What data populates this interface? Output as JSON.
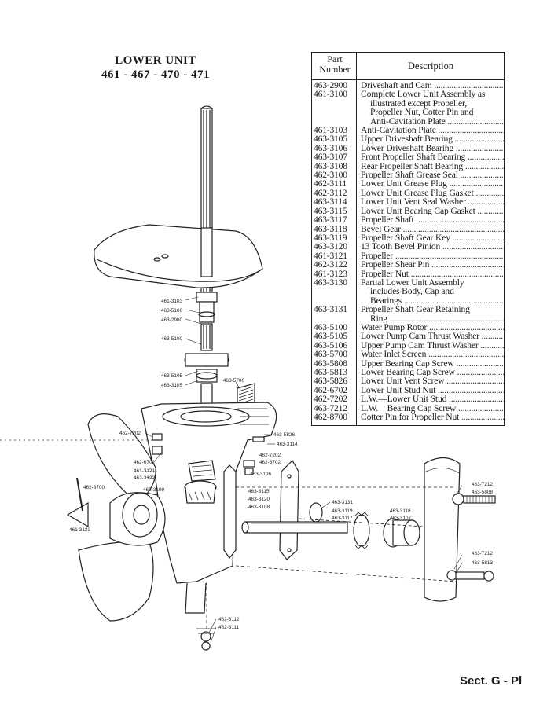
{
  "title": {
    "line1": "LOWER UNIT",
    "line2": "461 - 467 - 470 - 471"
  },
  "table": {
    "header_part": [
      "Part",
      "Number"
    ],
    "header_description": "Description",
    "rows": [
      {
        "part": "463-2900",
        "desc": [
          "Driveshaft and Cam"
        ]
      },
      {
        "part": "461-3100",
        "desc": [
          "Complete Lower Unit Assembly as",
          "illustrated except Propeller,",
          "Propeller Nut, Cotter Pin and",
          "Anti-Cavitation Plate"
        ]
      },
      {
        "part": "461-3103",
        "desc": [
          "Anti-Cavitation Plate"
        ]
      },
      {
        "part": "463-3105",
        "desc": [
          "Upper Driveshaft Bearing"
        ]
      },
      {
        "part": "463-3106",
        "desc": [
          "Lower Driveshaft Bearing"
        ]
      },
      {
        "part": "463-3107",
        "desc": [
          "Front Propeller Shaft Bearing"
        ]
      },
      {
        "part": "463-3108",
        "desc": [
          "Rear Propeller Shaft Bearing"
        ]
      },
      {
        "part": "462-3100",
        "desc": [
          "Propeller Shaft Grease Seal"
        ]
      },
      {
        "part": "462-3111",
        "desc": [
          "Lower Unit Grease Plug"
        ]
      },
      {
        "part": "462-3112",
        "desc": [
          "Lower Unit Grease Plug Gasket"
        ]
      },
      {
        "part": "463-3114",
        "desc": [
          "Lower Unit Vent Seal Washer"
        ]
      },
      {
        "part": "463-3115",
        "desc": [
          "Lower Unit Bearing Cap Gasket"
        ]
      },
      {
        "part": "463-3117",
        "desc": [
          "Propeller Shaft"
        ]
      },
      {
        "part": "463-3118",
        "desc": [
          "Bevel Gear"
        ]
      },
      {
        "part": "463-3119",
        "desc": [
          "Propeller Shaft Gear Key"
        ]
      },
      {
        "part": "463-3120",
        "desc": [
          "13 Tooth Bevel Pinion"
        ]
      },
      {
        "part": "461-3121",
        "desc": [
          "Propeller"
        ]
      },
      {
        "part": "462-3122",
        "desc": [
          "Propeller Shear Pin"
        ]
      },
      {
        "part": "461-3123",
        "desc": [
          "Propeller Nut"
        ]
      },
      {
        "part": "463-3130",
        "desc": [
          "Partial Lower Unit Assembly",
          "includes Body, Cap and",
          "Bearings"
        ]
      },
      {
        "part": "463-3131",
        "desc": [
          "Propeller Shaft Gear Retaining",
          "Ring"
        ]
      },
      {
        "part": "463-5100",
        "desc": [
          "Water Pump Rotor"
        ]
      },
      {
        "part": "463-5105",
        "desc": [
          "Lower Pump Cam Thrust Washer"
        ]
      },
      {
        "part": "463-5106",
        "desc": [
          "Upper Pump Cam Thrust Washer"
        ]
      },
      {
        "part": "463-5700",
        "desc": [
          "Water Inlet Screen"
        ]
      },
      {
        "part": "463-5808",
        "desc": [
          "Upper Bearing Cap Screw"
        ]
      },
      {
        "part": "463-5813",
        "desc": [
          "Lower Bearing Cap Screw"
        ]
      },
      {
        "part": "463-5826",
        "desc": [
          "Lower Unit Vent Screw"
        ]
      },
      {
        "part": "462-6702",
        "desc": [
          "Lower Unit Stud Nut"
        ]
      },
      {
        "part": "462-7202",
        "desc": [
          "L.W.—Lower Unit Stud"
        ]
      },
      {
        "part": "463-7212",
        "desc": [
          "L.W.—Bearing Cap Screw"
        ]
      },
      {
        "part": "462-8700",
        "desc": [
          "Cotter Pin for Propeller Nut"
        ]
      }
    ]
  },
  "callouts": [
    "461-3103",
    "463-5106",
    "463-2900",
    "463-5100",
    "463-5105",
    "463-3105",
    "463-5700",
    "463-5826",
    "463-3114",
    "462-7202",
    "462-6702",
    "462-7202",
    "462-6702",
    "461-3121",
    "462-3122",
    "462-8700",
    "462-3109",
    "463-3106",
    "461-3123",
    "463-3115",
    "463-3120",
    "463-3108",
    "463-3131",
    "463-3119",
    "463-3117",
    "463-3118",
    "463-3107",
    "463-7212",
    "463-5808",
    "463-7212",
    "463-5813",
    "462-3112",
    "462-3111"
  ],
  "footer": "Sect. G - Pl"
}
